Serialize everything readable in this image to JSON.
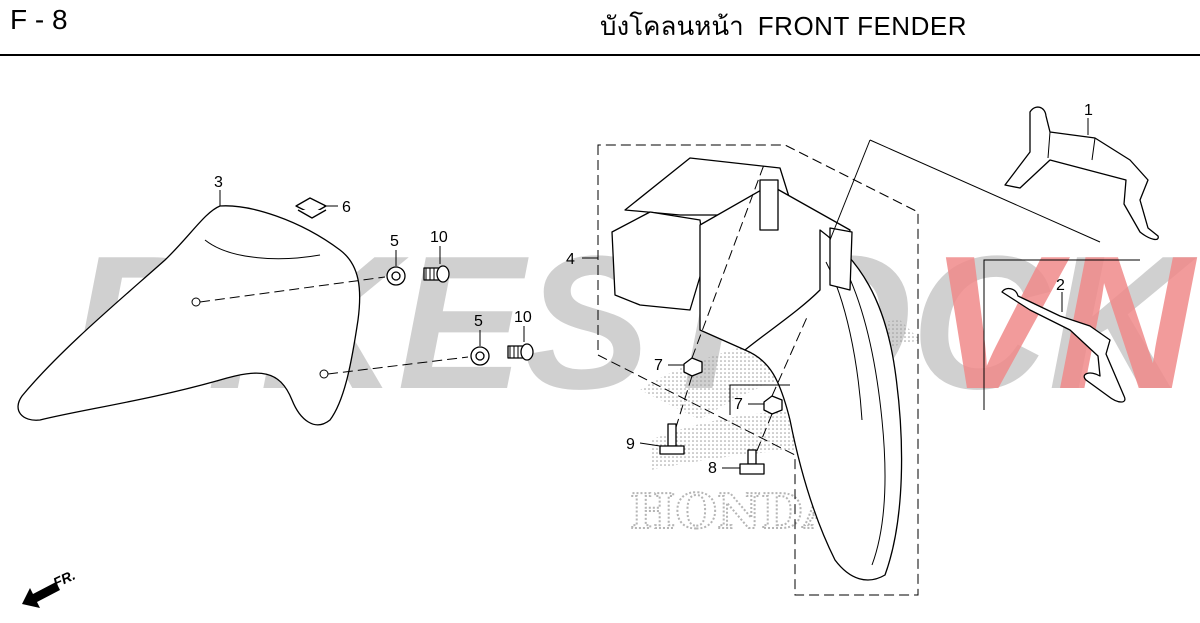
{
  "header": {
    "page_code": "F - 8",
    "title_thai": "บังโคลนหน้า",
    "title_en": "FRONT FENDER"
  },
  "watermark": {
    "text_gray": "BIKESTOCK",
    "text_red": "VN",
    "color_gray": "#c8c8c8",
    "color_red": "#f08a8a"
  },
  "brand_watermark": "HONDA",
  "direction": {
    "label": "FR."
  },
  "callouts": [
    "1",
    "2",
    "3",
    "4",
    "5",
    "5",
    "6",
    "7",
    "7",
    "8",
    "9",
    "10",
    "10"
  ]
}
